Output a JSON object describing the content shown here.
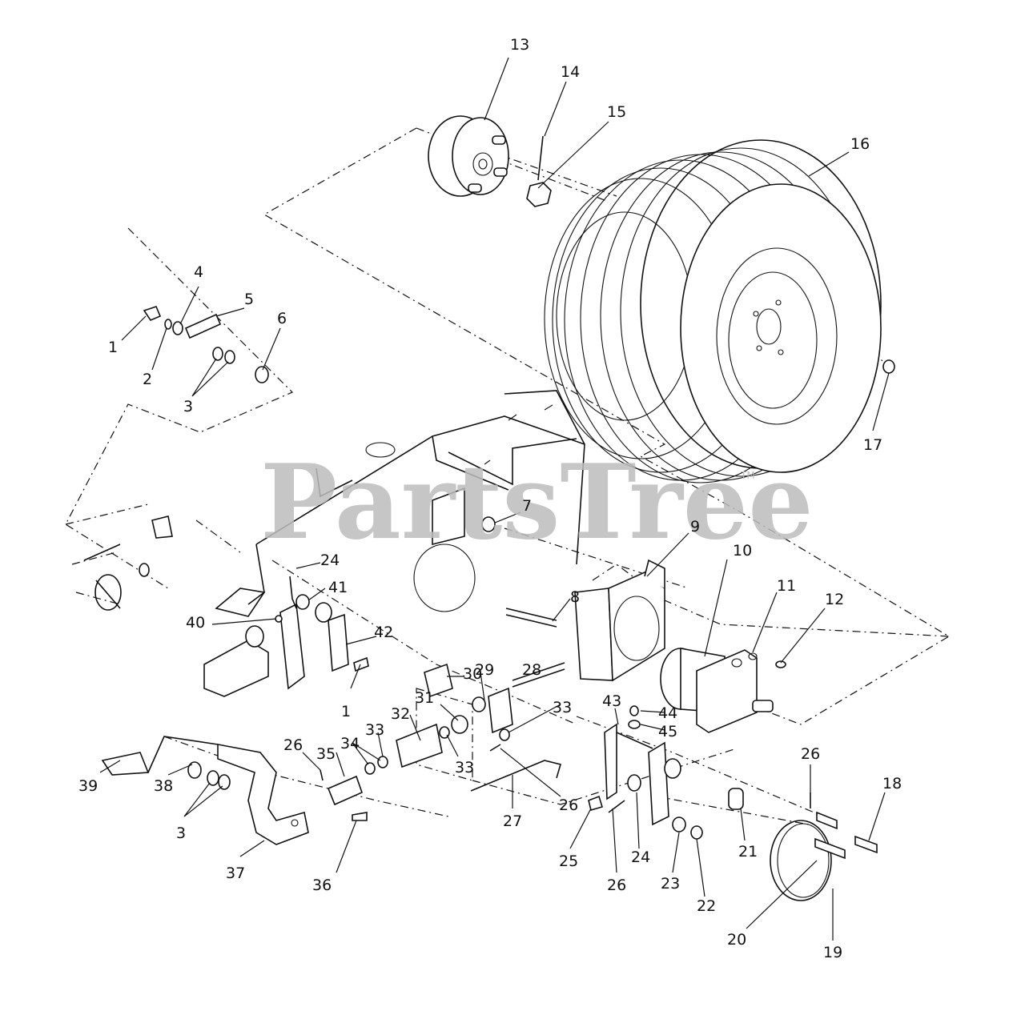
{
  "watermark": {
    "text": "PartsTree",
    "tm": "TM",
    "color": "#bdbdbd"
  },
  "callouts": [
    {
      "id": "c13",
      "text": "13"
    },
    {
      "id": "c14",
      "text": "14"
    },
    {
      "id": "c15",
      "text": "15"
    },
    {
      "id": "c16",
      "text": "16"
    },
    {
      "id": "c4",
      "text": "4"
    },
    {
      "id": "c5",
      "text": "5"
    },
    {
      "id": "c1a",
      "text": "1"
    },
    {
      "id": "c6",
      "text": "6"
    },
    {
      "id": "c2",
      "text": "2"
    },
    {
      "id": "c3a",
      "text": "3"
    },
    {
      "id": "c17",
      "text": "17"
    },
    {
      "id": "c7",
      "text": "7"
    },
    {
      "id": "c9",
      "text": "9"
    },
    {
      "id": "c10",
      "text": "10"
    },
    {
      "id": "c11",
      "text": "11"
    },
    {
      "id": "c12",
      "text": "12"
    },
    {
      "id": "c24a",
      "text": "24"
    },
    {
      "id": "c41",
      "text": "41"
    },
    {
      "id": "c8",
      "text": "8"
    },
    {
      "id": "c40",
      "text": "40"
    },
    {
      "id": "c42",
      "text": "42"
    },
    {
      "id": "c30",
      "text": "30"
    },
    {
      "id": "c28",
      "text": "28"
    },
    {
      "id": "c29",
      "text": "29"
    },
    {
      "id": "c1b",
      "text": "1"
    },
    {
      "id": "c31",
      "text": "31"
    },
    {
      "id": "c32",
      "text": "32"
    },
    {
      "id": "c33a",
      "text": "33"
    },
    {
      "id": "c33b",
      "text": "33"
    },
    {
      "id": "c43",
      "text": "43"
    },
    {
      "id": "c44",
      "text": "44"
    },
    {
      "id": "c45",
      "text": "45"
    },
    {
      "id": "c26a",
      "text": "26"
    },
    {
      "id": "c35",
      "text": "35"
    },
    {
      "id": "c34",
      "text": "34"
    },
    {
      "id": "c33c",
      "text": "33"
    },
    {
      "id": "c26b",
      "text": "26"
    },
    {
      "id": "c18",
      "text": "18"
    },
    {
      "id": "c39",
      "text": "39"
    },
    {
      "id": "c38",
      "text": "38"
    },
    {
      "id": "c3b",
      "text": "3"
    },
    {
      "id": "c27",
      "text": "27"
    },
    {
      "id": "c26c",
      "text": "26"
    },
    {
      "id": "c25",
      "text": "25"
    },
    {
      "id": "c21",
      "text": "21"
    },
    {
      "id": "c24b",
      "text": "24"
    },
    {
      "id": "c37",
      "text": "37"
    },
    {
      "id": "c36",
      "text": "36"
    },
    {
      "id": "c26d",
      "text": "26"
    },
    {
      "id": "c23",
      "text": "23"
    },
    {
      "id": "c22",
      "text": "22"
    },
    {
      "id": "c20",
      "text": "20"
    },
    {
      "id": "c19",
      "text": "19"
    }
  ]
}
